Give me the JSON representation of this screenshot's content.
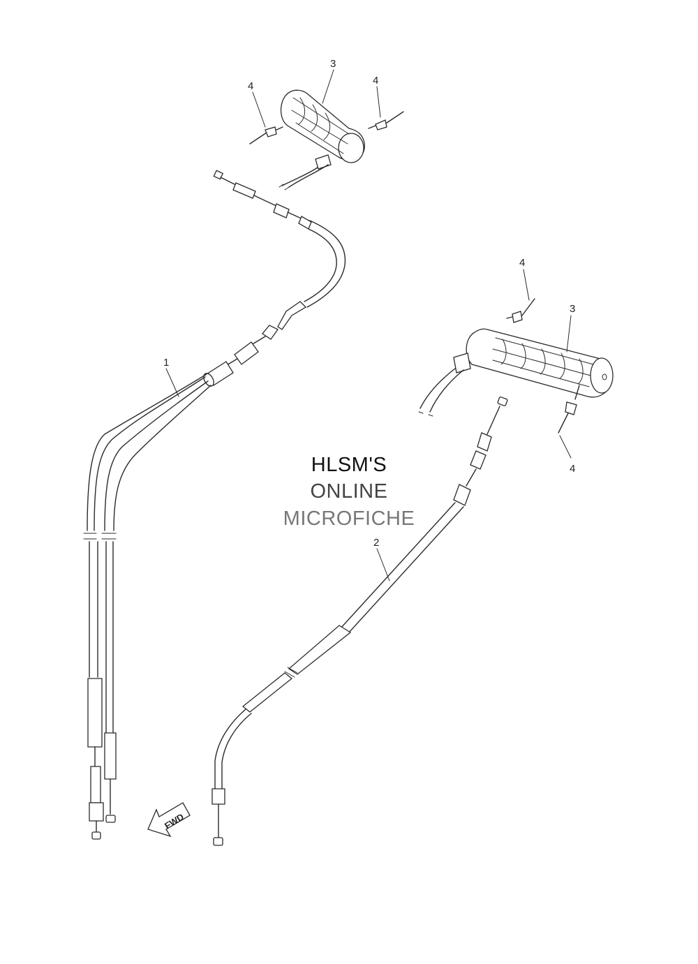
{
  "watermark": {
    "line1": "HLSM'S",
    "line2": "ONLINE",
    "line3": "MICROFICHE",
    "colors": [
      "#111111",
      "#444444",
      "#777777"
    ]
  },
  "callouts": {
    "c1": "1",
    "c2": "2",
    "c3_top": "3",
    "c4_top_left": "4",
    "c4_top_right": "4",
    "c4_right_upper": "4",
    "c3_right": "3",
    "c4_right_lower": "4"
  },
  "direction_arrow": {
    "label": "FWD",
    "icon": "forward-arrow-icon"
  }
}
